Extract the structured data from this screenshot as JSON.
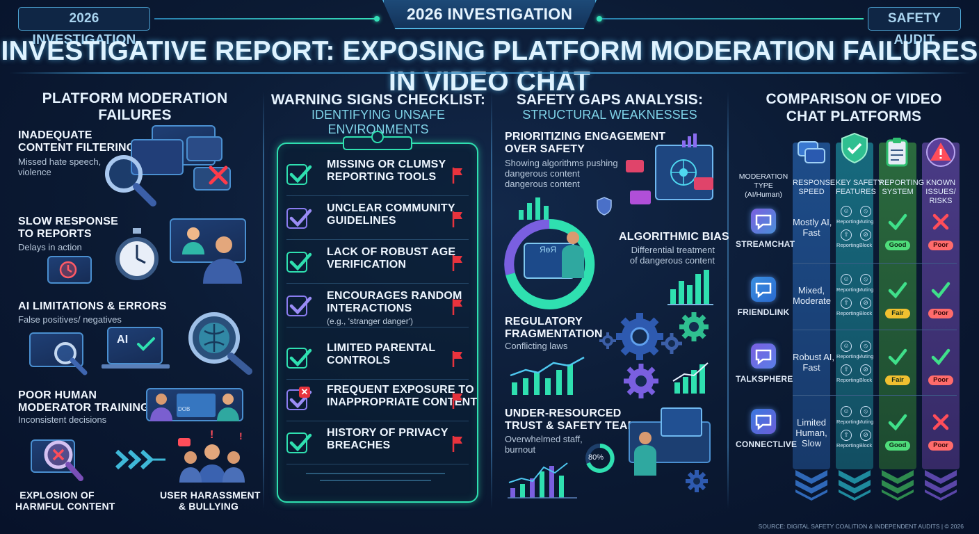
{
  "header": {
    "left_tag": "2026 INVESTIGATION",
    "center_tab": "2026 INVESTIGATION",
    "right_tag": "SAFETY AUDIT",
    "title": "INVESTIGATIVE REPORT: EXPOSING PLATFORM MODERATION FAILURES IN VIDEO CHAT"
  },
  "col1": {
    "title": "PLATFORM MODERATION FAILURES",
    "items": [
      {
        "heading": "INADEQUATE\nCONTENT FILTERING",
        "desc": "Missed hate speech,\nviolence"
      },
      {
        "heading": "SLOW RESPONSE\nTO REPORTS",
        "desc": "Delays in action"
      },
      {
        "heading": "AI LIMITATIONS & ERRORS",
        "desc": "False positives/ negatives"
      },
      {
        "heading": "POOR HUMAN\nMODERATOR TRAINING",
        "desc": "Inconsistent decisions"
      }
    ],
    "bottom_left": "EXPLOSION OF\nHARMFUL CONTENT",
    "bottom_right": "USER HARASSMENT\n& BULLYING",
    "screen_ai_label": "AI",
    "screen_doc_label": "DOB"
  },
  "col2": {
    "title": "WARNING SIGNS CHECKLIST:",
    "subtitle": "IDENTIFYING UNSAFE ENVIRONMENTS",
    "items": [
      {
        "label": "MISSING OR CLUMSY\nREPORTING TOOLS",
        "sub": "",
        "mark": "check"
      },
      {
        "label": "UNCLEAR COMMUNITY\nGUIDELINES",
        "sub": "",
        "mark": "check-purple"
      },
      {
        "label": "LACK OF ROBUST AGE\nVERIFICATION",
        "sub": "",
        "mark": "check"
      },
      {
        "label": "ENCOURAGES RANDOM\nINTERACTIONS",
        "sub": "(e.g., 'stranger danger')",
        "mark": "check-purple"
      },
      {
        "label": "LIMITED PARENTAL\nCONTROLS",
        "sub": "",
        "mark": "check"
      },
      {
        "label": "FREQUENT EXPOSURE TO\nINAPPROPRIATE CONTENT",
        "sub": "",
        "mark": "x"
      },
      {
        "label": "HISTORY OF PRIVACY\nBREACHES",
        "sub": "",
        "mark": "check"
      }
    ]
  },
  "col3": {
    "title": "SAFETY GAPS ANALYSIS:",
    "subtitle": "STRUCTURAL WEAKNESSES",
    "items": [
      {
        "heading": "PRIORITIZING ENGAGEMENT\nOVER SAFETY",
        "desc": "Showing algorithms pushing\ndangerous content\ndangerous content"
      },
      {
        "heading": "ALGORITHMIC BIAS",
        "desc": "Differential treatment\nof dangerous content"
      },
      {
        "heading": "REGULATORY\nFRAGMENTATION",
        "desc": "Conflicting laws"
      },
      {
        "heading": "UNDER-RESOURCED\nTRUST & SAFETY TEAMS",
        "desc": "Overwhelmed staff,\nburnout"
      }
    ],
    "gauge_label": "80%",
    "screen_label": "ЯөЯ"
  },
  "col4": {
    "title": "COMPARISON OF VIDEO\nCHAT PLATFORMS",
    "row_header": "MODERATION\nTYPE\n(AI/Human)",
    "col_headers": [
      "RESPONSE\nSPEED",
      "KEY SAFETY\nFEATURES",
      "REPORTING\nSYSTEM",
      "KNOWN\nISSUES/\nRISKS"
    ],
    "feature_labels": [
      "Reporting",
      "Muting",
      "Reporting",
      "Block"
    ],
    "platforms": [
      {
        "name": "STREAMCHAT",
        "speed": "Mostly AI,\nFast",
        "reporting": "Good",
        "reporting_mark": "check",
        "risk": "Poor",
        "risk_mark": "x"
      },
      {
        "name": "FRIENDLINK",
        "speed": "Mixed,\nModerate",
        "reporting": "Fair",
        "reporting_mark": "check",
        "risk": "Poor",
        "risk_mark": "check"
      },
      {
        "name": "TALKSPHERE",
        "speed": "Robust AI,\nFast",
        "reporting": "Fair",
        "reporting_mark": "check",
        "risk": "Poor",
        "risk_mark": "check"
      },
      {
        "name": "CONNECTLIVE",
        "speed": "Limited\nHuman,\nSlow",
        "reporting": "Good",
        "reporting_mark": "check",
        "risk": "Poor",
        "risk_mark": "x"
      }
    ]
  },
  "footer": {
    "source": "SOURCE: DIGITAL SAFETY COALITION & INDEPENDENT AUDITS | © 2026"
  },
  "colors": {
    "accent": "#2fe0b0",
    "flag": "#e8333d",
    "purple": "#8a7cf0"
  },
  "icons": [
    "check-icon",
    "flag-icon",
    "magnifier-icon",
    "stopwatch-icon",
    "brain-icon",
    "gear-icon",
    "shield-icon",
    "chat-icon",
    "clipboard-icon",
    "warning-icon"
  ]
}
